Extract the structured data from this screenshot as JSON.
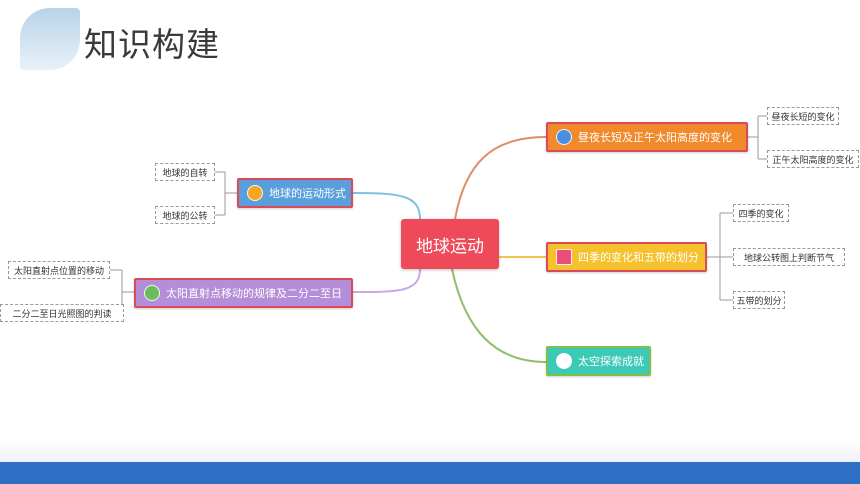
{
  "header": {
    "title": "知识构建"
  },
  "mindmap": {
    "center": {
      "label": "地球运动",
      "color": "#ee4a5a"
    },
    "branches": [
      {
        "id": "rotation",
        "label": "地球的运动形式",
        "color": "#5a9fdc",
        "border": "#d94a5a",
        "leaves": [
          "地球的自转",
          "地球的公转"
        ]
      },
      {
        "id": "subsolar",
        "label": "太阳直射点移动的规律及二分二至日",
        "color": "#b48ed8",
        "border": "#d94a5a",
        "leaves": [
          "太阳直射点位置的移动",
          "二分二至日光照图的判读"
        ]
      },
      {
        "id": "daylength",
        "label": "昼夜长短及正午太阳高度的变化",
        "color": "#f08a2a",
        "border": "#d94a5a",
        "leaves": [
          "昼夜长短的变化",
          "正午太阳高度的变化"
        ]
      },
      {
        "id": "seasons",
        "label": "四季的变化和五带的划分",
        "color": "#f5c12c",
        "border": "#d94a5a",
        "leaves": [
          "四季的变化",
          "地球公转图上判断节气",
          "五带的划分"
        ]
      },
      {
        "id": "explore",
        "label": "太空探索成就",
        "color": "#3cc9b6",
        "border": "#7fbf4a",
        "leaves": []
      }
    ],
    "link_colors": {
      "rotation": "#7fc0e0",
      "subsolar": "#c8a8e6",
      "daylength": "#e08d6a",
      "seasons": "#f2c552",
      "explore": "#8cc06a",
      "leaf": "#9a9a9a"
    }
  }
}
